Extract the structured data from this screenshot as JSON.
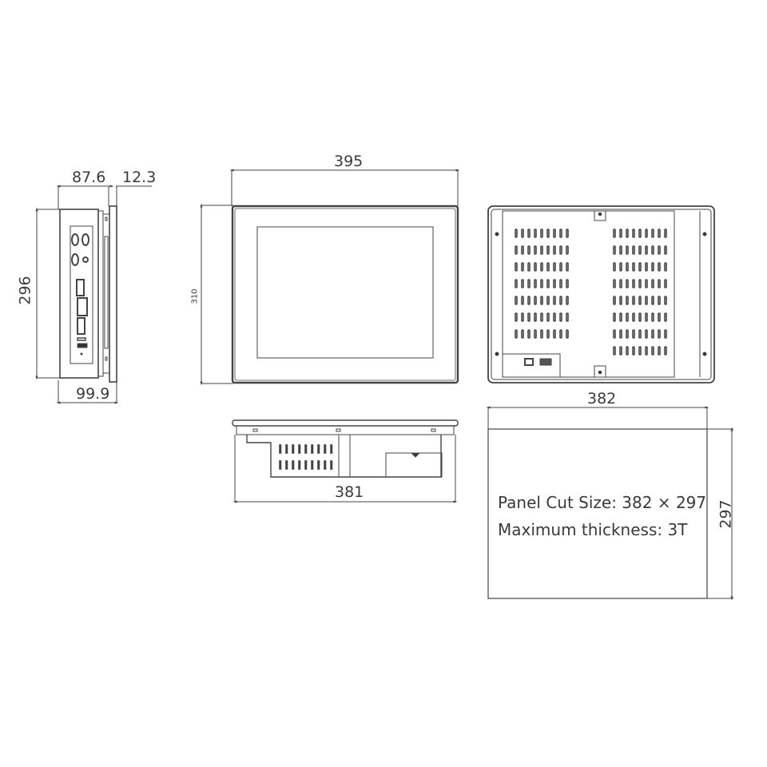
{
  "diagram": {
    "type": "mechanical-dimension-drawing",
    "units": "mm",
    "side_view": {
      "depth_body": "87.6",
      "depth_bezel": "12.3",
      "height": "296",
      "total_depth": "99.9"
    },
    "front_view": {
      "width": "395",
      "height": "310"
    },
    "rear_view": {
      "label": "rear-panel-with-vents"
    },
    "bottom_view": {
      "width": "381"
    },
    "panel_cut": {
      "width": "382",
      "height": "297",
      "note_line1": "Panel Cut Size: 382 × 297",
      "note_line2": "Maximum thickness: 3T"
    }
  }
}
